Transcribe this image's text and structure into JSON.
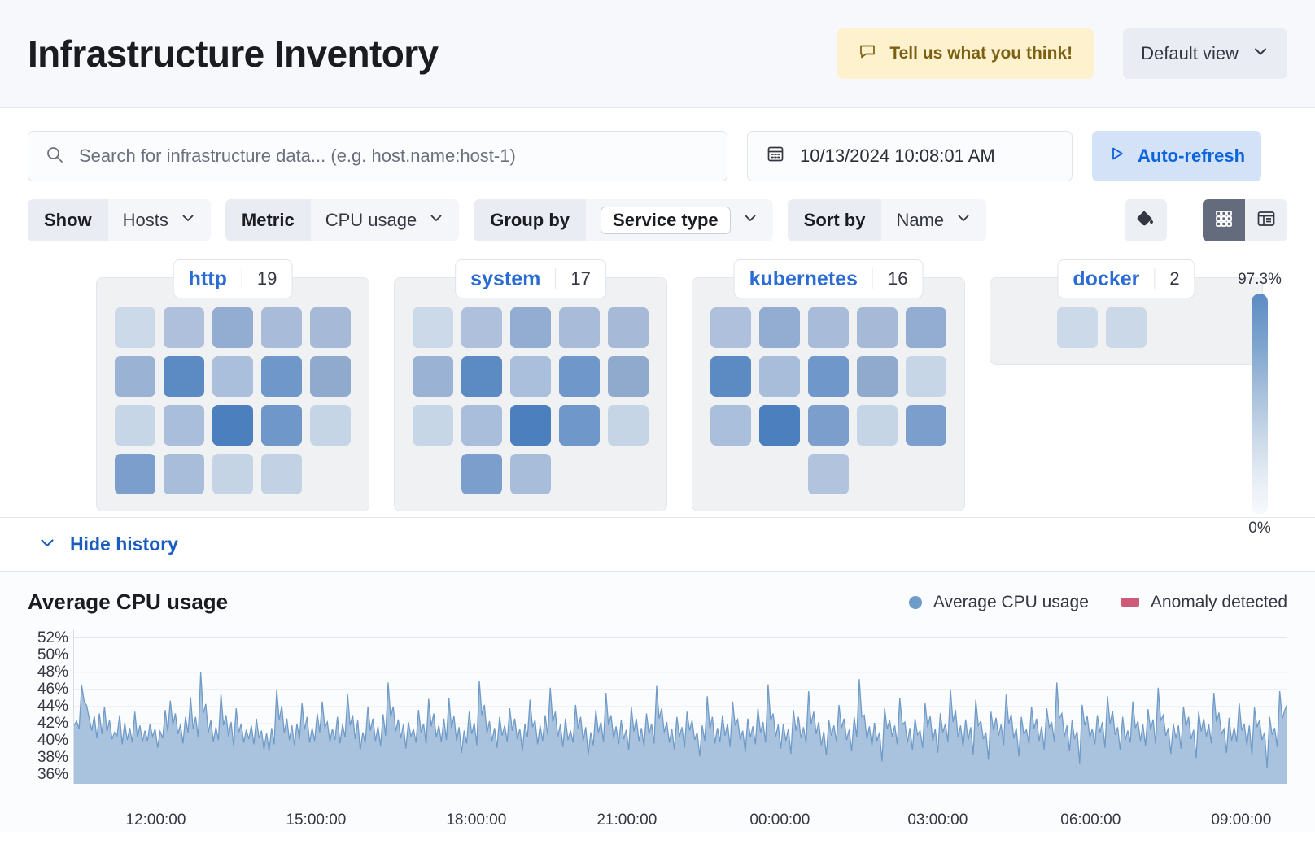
{
  "header": {
    "title": "Infrastructure Inventory",
    "feedback_label": "Tell us what you think!",
    "feedback_icon": "comment-icon",
    "view_label": "Default view",
    "view_icon": "chevron-down-icon"
  },
  "search": {
    "placeholder": "Search for infrastructure data... (e.g. host.name:host-1)",
    "value": "",
    "icon": "search-icon"
  },
  "datepicker": {
    "value": "10/13/2024 10:08:01 AM",
    "icon": "calendar-icon"
  },
  "refresh": {
    "label": "Auto-refresh",
    "icon": "play-icon"
  },
  "filters": [
    {
      "label": "Show",
      "value": "Hosts",
      "boxed": false
    },
    {
      "label": "Metric",
      "value": "CPU usage",
      "boxed": false
    },
    {
      "label": "Group by",
      "value": "Service type",
      "boxed": true
    },
    {
      "label": "Sort by",
      "value": "Name",
      "boxed": false
    }
  ],
  "toolbar_icons": {
    "fill_icon": "paint-bucket-icon",
    "grid_view_icon": "grid-view-icon",
    "table_view_icon": "table-view-icon",
    "active_view": "grid"
  },
  "legend": {
    "max": "97.3%",
    "min": "0%",
    "color_high": "#5c8bc4",
    "color_low": "#f7f9fc"
  },
  "groups": [
    {
      "name": "http",
      "count": "19",
      "tiles": [
        "#ccd9e8",
        "#aec0dc",
        "#93acd1",
        "#a8bcd9",
        "#a6bad8",
        "#9ab2d4",
        "#5c8bc4",
        "#aabfdb",
        "#6f97c9",
        "#90aace",
        "#c7d6e6",
        "#a9bedb",
        "#4c7fbe",
        "#6f97c9",
        "#c6d5e6",
        "#7b9ecd",
        "#a8bdda",
        "#c5d4e5",
        "#c2d2e4"
      ]
    },
    {
      "name": "system",
      "count": "17",
      "tiles": [
        "#ccd9e8",
        "#aec0dc",
        "#93acd1",
        "#a8bcd9",
        "#a6bad8",
        "#9ab2d4",
        "#5c8bc4",
        "#aabfdb",
        "#6f97c9",
        "#90aace",
        "#c7d6e6",
        "#a9bedb",
        "#4c7fbe",
        "#6f97c9",
        "#c6d5e6",
        "#7b9ecd",
        "#a8bdda"
      ]
    },
    {
      "name": "kubernetes",
      "count": "16",
      "tiles": [
        "#aec0dc",
        "#93acd1",
        "#a8bcd9",
        "#a6bad8",
        "#93acd1",
        "#5c8bc4",
        "#a8bdda",
        "#6f97c9",
        "#90aace",
        "#c7d6e6",
        "#aabfdb",
        "#4c7fbe",
        "#7b9ecd",
        "#c6d5e6",
        "#7b9ecd",
        "#b2c3de"
      ]
    },
    {
      "name": "docker",
      "count": "2",
      "tiles": [
        "#ccd9e8",
        "#cbd8e7"
      ]
    }
  ],
  "history": {
    "toggle_label": "Hide history",
    "toggle_icon": "chevron-down-icon"
  },
  "chart_data": {
    "type": "area",
    "title": "Average CPU usage",
    "xlabel": "",
    "ylabel": "",
    "grid": true,
    "legend_position": "top-right",
    "legend": [
      {
        "name": "Average CPU usage",
        "color": "#6f9bc8",
        "marker": "dot"
      },
      {
        "name": "Anomaly detected",
        "color": "#cc5a78",
        "marker": "square"
      }
    ],
    "ylim": [
      35,
      53
    ],
    "ytick_labels": [
      "52%",
      "50%",
      "48%",
      "46%",
      "44%",
      "42%",
      "40%",
      "38%",
      "36%"
    ],
    "ytick_values": [
      52,
      50,
      48,
      46,
      44,
      42,
      40,
      38,
      36
    ],
    "xtick_labels": [
      "12:00:00",
      "15:00:00",
      "18:00:00",
      "21:00:00",
      "00:00:00",
      "03:00:00",
      "06:00:00",
      "09:00:00"
    ],
    "xtick_positions": [
      0.068,
      0.2,
      0.332,
      0.456,
      0.582,
      0.712,
      0.838,
      0.962
    ],
    "series": [
      {
        "name": "Average CPU usage",
        "color": "#6f9bc8",
        "fill": "#a9c2dd",
        "values": [
          41.8,
          42.3,
          41.4,
          46.5,
          44.6,
          44.1,
          42.6,
          41.2,
          42.9,
          40.3,
          43.2,
          40.8,
          44.0,
          41.1,
          42.4,
          40.2,
          41.0,
          40.6,
          43.0,
          39.6,
          42.1,
          40.1,
          41.5,
          39.8,
          43.4,
          40.4,
          41.8,
          39.9,
          41.2,
          40.0,
          42.0,
          40.5,
          41.4,
          39.2,
          41.1,
          40.3,
          43.6,
          41.1,
          44.7,
          41.9,
          43.2,
          40.8,
          41.9,
          39.7,
          42.8,
          40.9,
          45.1,
          41.4,
          42.8,
          40.4,
          48.0,
          43.2,
          44.3,
          41.0,
          42.4,
          39.9,
          41.6,
          40.1,
          45.5,
          41.8,
          43.0,
          40.5,
          42.2,
          39.4,
          43.8,
          41.0,
          42.0,
          39.8,
          41.3,
          40.2,
          41.8,
          39.6,
          42.6,
          40.3,
          41.2,
          39.0,
          40.9,
          38.8,
          41.5,
          39.6,
          46.0,
          42.4,
          44.1,
          40.9,
          42.6,
          40.1,
          41.8,
          39.5,
          42.0,
          40.2,
          44.4,
          41.3,
          42.8,
          39.8,
          41.5,
          40.0,
          43.2,
          41.0,
          44.6,
          41.6,
          42.2,
          39.9,
          41.4,
          40.1,
          42.8,
          39.7,
          41.9,
          40.4,
          45.4,
          41.8,
          43.0,
          40.2,
          42.4,
          38.9,
          41.0,
          39.8,
          44.0,
          41.2,
          42.6,
          40.0,
          41.7,
          39.4,
          43.1,
          40.6,
          46.8,
          42.8,
          44.0,
          41.1,
          42.5,
          40.3,
          41.9,
          39.1,
          42.2,
          40.5,
          41.4,
          39.8,
          43.6,
          41.0,
          42.0,
          39.6,
          44.9,
          41.7,
          43.2,
          40.4,
          41.8,
          39.9,
          42.6,
          40.1,
          45.0,
          41.5,
          42.9,
          40.0,
          41.6,
          38.6,
          41.2,
          39.7,
          43.4,
          40.8,
          42.1,
          39.5,
          47.0,
          43.0,
          44.2,
          40.9,
          42.3,
          40.0,
          41.5,
          39.2,
          42.8,
          40.6,
          41.8,
          39.9,
          43.8,
          41.2,
          42.6,
          40.2,
          41.4,
          38.8,
          42.0,
          40.4,
          44.8,
          41.6,
          42.4,
          39.6,
          41.8,
          40.0,
          43.0,
          40.7,
          46.2,
          42.2,
          43.4,
          40.5,
          41.9,
          39.3,
          42.6,
          40.1,
          41.2,
          39.8,
          44.2,
          41.4,
          42.8,
          40.0,
          41.6,
          38.4,
          41.0,
          39.5,
          43.6,
          41.0,
          42.2,
          39.9,
          45.6,
          41.8,
          43.0,
          40.3,
          41.7,
          39.6,
          42.4,
          40.2,
          41.3,
          38.9,
          44.0,
          41.1,
          42.6,
          40.0,
          41.5,
          39.4,
          43.2,
          40.8,
          42.0,
          39.7,
          46.4,
          42.6,
          43.8,
          41.0,
          42.2,
          39.8,
          41.4,
          39.0,
          42.8,
          40.5,
          41.6,
          39.2,
          43.4,
          41.2,
          42.4,
          40.1,
          41.0,
          38.2,
          41.8,
          40.0,
          45.2,
          41.4,
          42.8,
          39.7,
          41.5,
          39.9,
          43.0,
          40.6,
          42.0,
          39.3,
          44.6,
          41.8,
          42.5,
          40.2,
          41.2,
          38.7,
          42.6,
          40.4,
          41.7,
          39.6,
          43.8,
          41.0,
          42.2,
          39.8,
          46.6,
          42.4,
          43.2,
          40.5,
          41.9,
          39.1,
          42.0,
          40.0,
          41.4,
          38.5,
          43.6,
          41.2,
          42.8,
          40.3,
          41.6,
          39.7,
          45.8,
          42.0,
          43.4,
          40.8,
          42.2,
          39.5,
          41.1,
          38.3,
          42.4,
          40.6,
          41.8,
          39.9,
          44.2,
          41.5,
          42.6,
          40.1,
          41.3,
          38.8,
          42.8,
          40.4,
          47.2,
          42.8,
          43.0,
          40.2,
          41.7,
          39.4,
          42.1,
          40.0,
          41.0,
          37.6,
          43.8,
          41.4,
          42.4,
          40.5,
          41.8,
          39.6,
          45.0,
          41.9,
          42.2,
          39.8,
          41.5,
          38.9,
          42.6,
          40.7,
          41.2,
          39.2,
          44.4,
          41.6,
          42.9,
          40.0,
          41.4,
          38.6,
          43.2,
          41.0,
          42.0,
          39.9,
          46.0,
          42.2,
          43.6,
          40.4,
          41.8,
          39.3,
          42.5,
          40.1,
          41.6,
          38.4,
          44.8,
          41.8,
          42.3,
          40.2,
          41.0,
          37.8,
          43.4,
          41.2,
          42.7,
          40.6,
          41.9,
          39.5,
          45.4,
          42.0,
          43.1,
          40.3,
          41.5,
          38.2,
          42.8,
          40.8,
          41.3,
          39.7,
          44.0,
          41.4,
          42.6,
          40.0,
          41.7,
          39.0,
          43.8,
          41.6,
          42.1,
          39.9,
          46.8,
          42.6,
          43.2,
          40.5,
          41.8,
          38.8,
          42.4,
          40.2,
          41.1,
          37.4,
          44.2,
          41.8,
          42.9,
          40.4,
          41.4,
          39.6,
          43.0,
          41.0,
          42.2,
          39.2,
          45.2,
          42.0,
          43.5,
          40.7,
          41.6,
          38.9,
          42.8,
          40.1,
          41.2,
          39.8,
          44.6,
          41.5,
          42.3,
          40.0,
          41.9,
          39.4,
          43.7,
          41.3,
          42.5,
          39.6,
          46.2,
          42.4,
          43.0,
          40.6,
          41.5,
          38.5,
          42.0,
          40.3,
          41.8,
          39.1,
          44.0,
          41.7,
          42.8,
          40.2,
          41.3,
          38.0,
          43.4,
          41.1,
          42.6,
          40.5,
          41.9,
          39.7,
          45.6,
          42.2,
          43.3,
          40.8,
          41.4,
          38.6,
          42.7,
          40.0,
          41.6,
          39.9,
          44.4,
          41.2,
          42.0,
          39.5,
          41.8,
          38.3,
          43.9,
          41.6,
          42.4,
          40.1,
          41.0,
          36.9,
          42.8,
          40.7,
          41.5,
          39.3,
          45.8,
          42.6,
          43.6,
          44.3
        ]
      }
    ]
  }
}
